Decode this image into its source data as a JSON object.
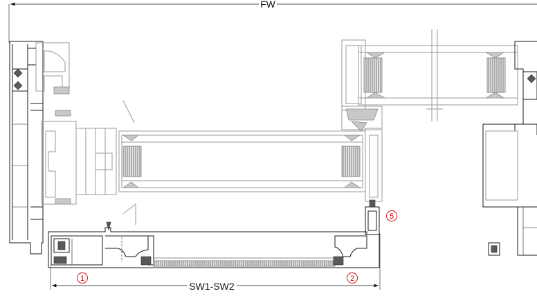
{
  "dimensions": {
    "overall_width_label": "FW",
    "sash_width_label": "SW1-SW2"
  },
  "callouts": [
    {
      "number": "1"
    },
    {
      "number": "2"
    },
    {
      "number": "5"
    }
  ],
  "colors": {
    "line": "#1a1a1a",
    "ghost_profile": "#9a9a9a",
    "callout": "#d40000"
  }
}
